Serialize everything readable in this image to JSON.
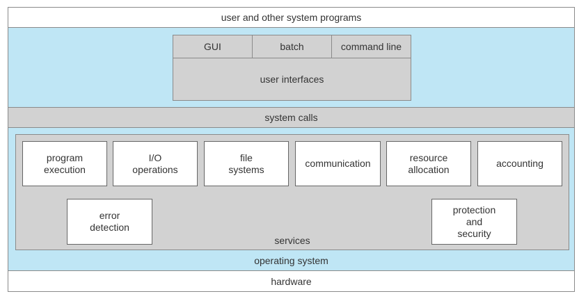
{
  "diagram": {
    "top_layer": "user and other system programs",
    "ui_tabs": [
      "GUI",
      "batch",
      "command line"
    ],
    "ui_label": "user interfaces",
    "system_calls": "system calls",
    "services_row1": [
      "program\nexecution",
      "I/O\noperations",
      "file\nsystems",
      "communication",
      "resource\nallocation",
      "accounting"
    ],
    "services_row2": {
      "error_detection": "error\ndetection",
      "protection": "protection\nand\nsecurity"
    },
    "services_label": "services",
    "operating_system": "operating system",
    "hardware": "hardware"
  }
}
